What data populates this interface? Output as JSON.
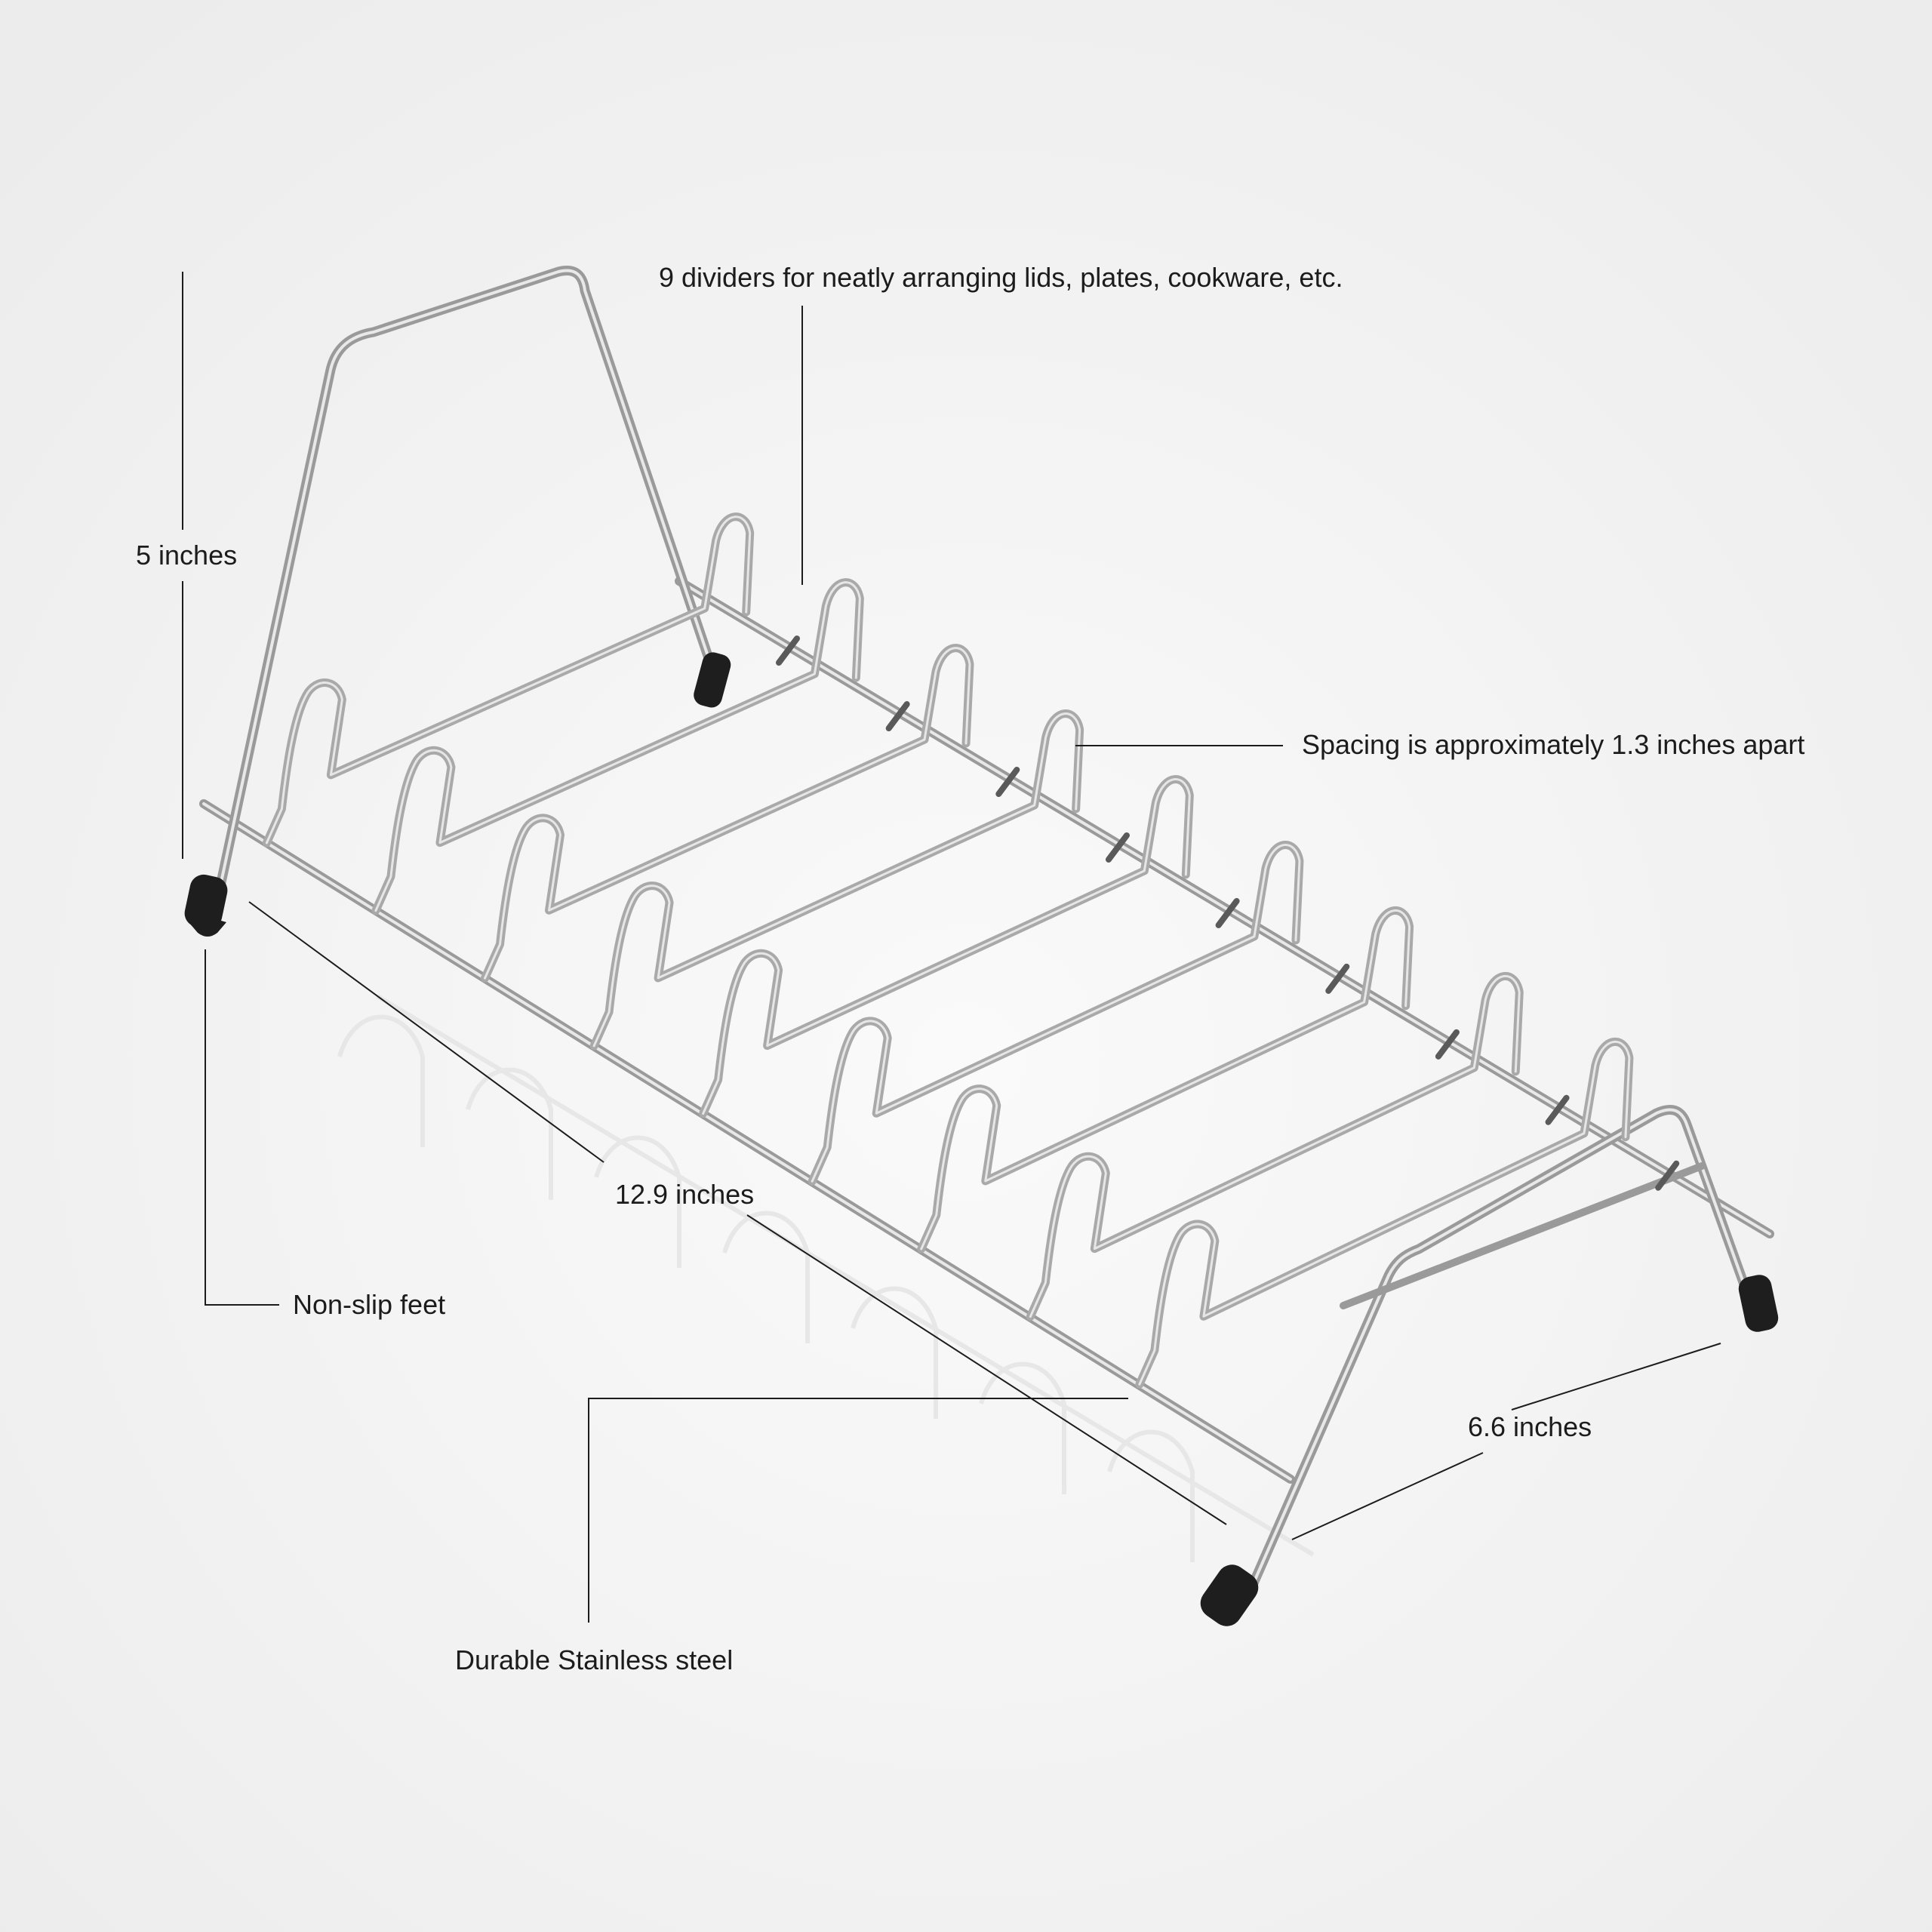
{
  "annotations": {
    "dividers": "9 dividers for neatly arranging lids, plates, cookware, etc.",
    "height": "5 inches",
    "spacing": "Spacing is approximately 1.3 inches apart",
    "length": "12.9 inches",
    "feet": "Non-slip feet",
    "depth": "6.6 inches",
    "material": "Durable Stainless steel"
  },
  "product": {
    "divider_count": 9,
    "colors": {
      "background": "#f4f4f4",
      "wire": "#a9a9a9",
      "wire_highlight": "#e6e6e6",
      "feet": "#1e1e1e",
      "leader_line": "#1c1c1c"
    }
  }
}
